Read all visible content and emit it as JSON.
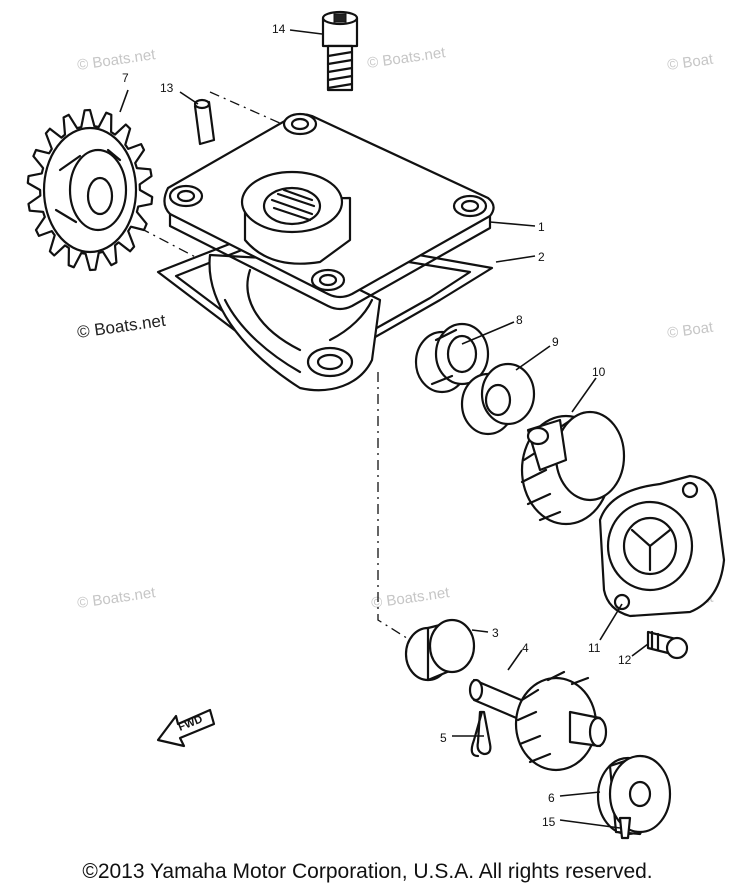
{
  "diagram": {
    "callouts": [
      "1",
      "2",
      "3",
      "4",
      "5",
      "6",
      "7",
      "8",
      "9",
      "10",
      "11",
      "12",
      "13",
      "14",
      "15"
    ],
    "watermark": "© Boats.net",
    "watermark_partial": "© Boat",
    "fwd_label": "FWD",
    "copyright": "©2013 Yamaha Motor Corporation, U.S.A. All rights reserved."
  }
}
